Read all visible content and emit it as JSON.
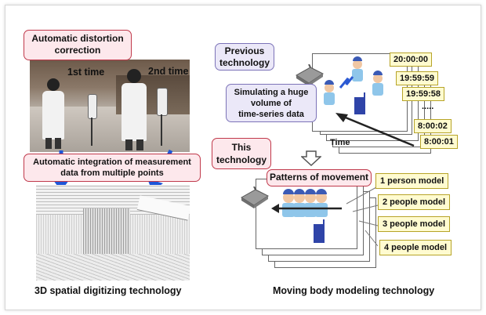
{
  "left": {
    "distortion_label": "Automatic distortion\ncorrection",
    "first_time": "1st time",
    "second_time": "2nd time",
    "integration_label": "Automatic integration of measurement\ndata from multiple points",
    "caption": "3D spatial digitizing technology"
  },
  "right": {
    "previous_label": "Previous\ntechnology",
    "simulating_label": "Simulating a huge\nvolume of\ntime-series data",
    "time_label": "Time",
    "timestamps": [
      "20:00:00",
      "19:59:59",
      "19:59:58",
      ".....",
      "8:00:02",
      "8:00:01"
    ],
    "this_label": "This\ntechnology",
    "patterns_label": "Patterns of movement",
    "models": [
      "1 person model",
      "2 people model",
      "3 people model",
      "4 people model"
    ],
    "caption": "Moving body modeling technology"
  },
  "colors": {
    "pink_fill": "#fde8ec",
    "pink_border": "#c0394b",
    "lavender_fill": "#ebe8f8",
    "lavender_border": "#7c73b8",
    "yellow_fill": "#fffbd0",
    "yellow_border": "#b7a428",
    "arrow_blue": "#1e56d8"
  }
}
